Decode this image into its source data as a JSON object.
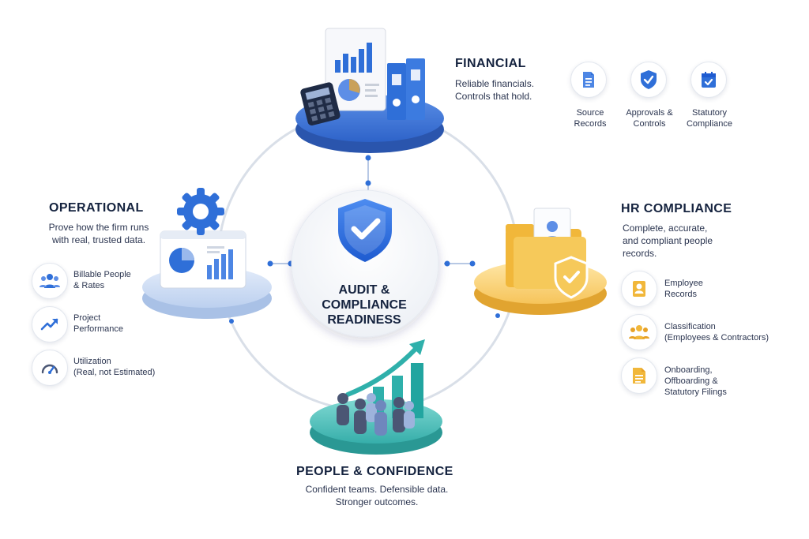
{
  "center": {
    "line1": "AUDIT &",
    "line2": "COMPLIANCE",
    "line3": "READINESS"
  },
  "financial": {
    "title": "FINANCIAL",
    "subtitle_line1": "Reliable financials.",
    "subtitle_line2": "Controls that hold.",
    "items": [
      {
        "line1": "Source",
        "line2": "Records",
        "icon": "document-icon"
      },
      {
        "line1": "Approvals &",
        "line2": "Controls",
        "icon": "shield-check-icon"
      },
      {
        "line1": "Statutory",
        "line2": "Compliance",
        "icon": "calendar-check-icon"
      }
    ]
  },
  "operational": {
    "title": "OPERATIONAL",
    "subtitle_line1": "Prove how the firm runs",
    "subtitle_line2": "with real, trusted data.",
    "items": [
      {
        "line1": "Billable People",
        "line2": "& Rates",
        "icon": "people-icon"
      },
      {
        "line1": "Project",
        "line2": "Performance",
        "icon": "trend-up-icon"
      },
      {
        "line1": "Utilization",
        "line2": "(Real, not Estimated)",
        "icon": "gauge-icon"
      }
    ]
  },
  "hr": {
    "title": "HR COMPLIANCE",
    "subtitle_line1": "Complete, accurate,",
    "subtitle_line2": "and compliant people",
    "subtitle_line3": "records.",
    "items": [
      {
        "line1": "Employee",
        "line2": "Records",
        "icon": "id-badge-icon"
      },
      {
        "line1": "Classification",
        "line2": "(Employees & Contractors)",
        "icon": "group-icon"
      },
      {
        "line1": "Onboarding,",
        "line2": "Offboarding &",
        "line3": "Statutory Filings",
        "icon": "file-icon"
      }
    ]
  },
  "people": {
    "title": "PEOPLE & CONFIDENCE",
    "subtitle_line1": "Confident teams. Defensible data.",
    "subtitle_line2": "Stronger outcomes."
  },
  "colors": {
    "navy": "#15233f",
    "blue": "#2f6fd8",
    "light_blue": "#c9dbf3",
    "gold": "#f1b73a",
    "teal": "#3ab6b3",
    "orbit": "#d4dbe6"
  }
}
